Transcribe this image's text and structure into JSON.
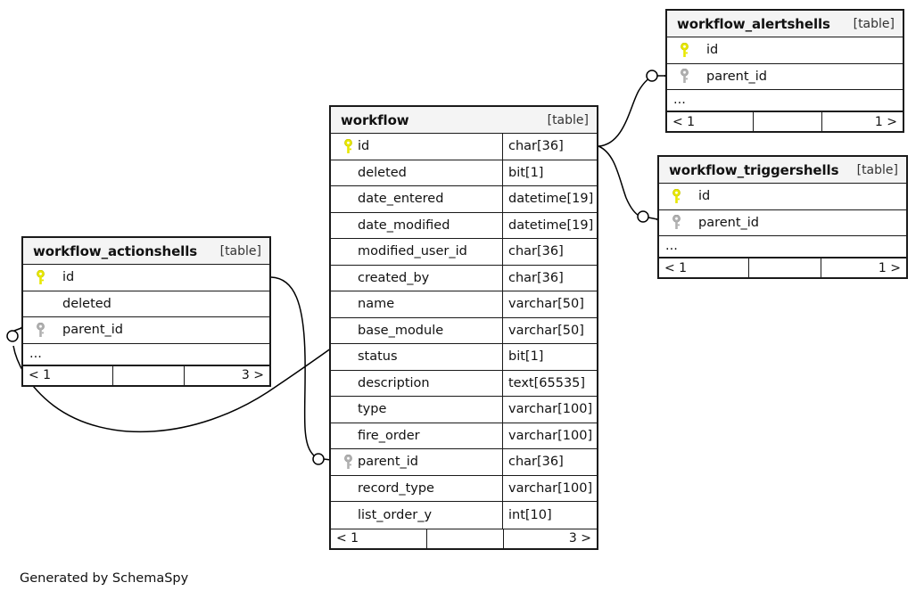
{
  "diagram": {
    "caption": "Generated by SchemaSpy",
    "table_tag": "[table]",
    "ellipsis": "...",
    "colors": {
      "primary_key": "#e8e800",
      "foreign_key": "#b0b0b0",
      "border": "#1a1a1a",
      "header_bg": "#f4f4f4",
      "background": "#ffffff"
    }
  },
  "tables": {
    "workflow": {
      "name": "workflow",
      "tag": "[table]",
      "columns": [
        {
          "name": "id",
          "type": "char[36]",
          "key": "primary"
        },
        {
          "name": "deleted",
          "type": "bit[1]",
          "key": "none"
        },
        {
          "name": "date_entered",
          "type": "datetime[19]",
          "key": "none"
        },
        {
          "name": "date_modified",
          "type": "datetime[19]",
          "key": "none"
        },
        {
          "name": "modified_user_id",
          "type": "char[36]",
          "key": "none"
        },
        {
          "name": "created_by",
          "type": "char[36]",
          "key": "none"
        },
        {
          "name": "name",
          "type": "varchar[50]",
          "key": "none"
        },
        {
          "name": "base_module",
          "type": "varchar[50]",
          "key": "none"
        },
        {
          "name": "status",
          "type": "bit[1]",
          "key": "none"
        },
        {
          "name": "description",
          "type": "text[65535]",
          "key": "none"
        },
        {
          "name": "type",
          "type": "varchar[100]",
          "key": "none"
        },
        {
          "name": "fire_order",
          "type": "varchar[100]",
          "key": "none"
        },
        {
          "name": "parent_id",
          "type": "char[36]",
          "key": "foreign"
        },
        {
          "name": "record_type",
          "type": "varchar[100]",
          "key": "none"
        },
        {
          "name": "list_order_y",
          "type": "int[10]",
          "key": "none"
        }
      ],
      "footer": {
        "prev": "< 1",
        "mid": "",
        "next": "3 >"
      }
    },
    "workflow_actionshells": {
      "name": "workflow_actionshells",
      "tag": "[table]",
      "columns": [
        {
          "name": "id",
          "type": "",
          "key": "primary"
        },
        {
          "name": "deleted",
          "type": "",
          "key": "none"
        },
        {
          "name": "parent_id",
          "type": "",
          "key": "foreign"
        }
      ],
      "has_ellipsis": true,
      "footer": {
        "prev": "< 1",
        "mid": "",
        "next": "3 >"
      }
    },
    "workflow_alertshells": {
      "name": "workflow_alertshells",
      "tag": "[table]",
      "columns": [
        {
          "name": "id",
          "type": "",
          "key": "primary"
        },
        {
          "name": "parent_id",
          "type": "",
          "key": "foreign"
        }
      ],
      "has_ellipsis": true,
      "footer": {
        "prev": "< 1",
        "mid": "",
        "next": "1 >"
      }
    },
    "workflow_triggershells": {
      "name": "workflow_triggershells",
      "tag": "[table]",
      "columns": [
        {
          "name": "id",
          "type": "",
          "key": "primary"
        },
        {
          "name": "parent_id",
          "type": "",
          "key": "foreign"
        }
      ],
      "has_ellipsis": true,
      "footer": {
        "prev": "< 1",
        "mid": "",
        "next": "1 >"
      }
    }
  },
  "relationships": [
    {
      "from": "workflow.id",
      "to": "workflow_alertshells.parent_id"
    },
    {
      "from": "workflow.id",
      "to": "workflow_triggershells.parent_id"
    },
    {
      "from": "workflow.id",
      "to": "workflow_actionshells.parent_id"
    },
    {
      "from": "workflow_actionshells.id",
      "to": "workflow.parent_id"
    }
  ]
}
